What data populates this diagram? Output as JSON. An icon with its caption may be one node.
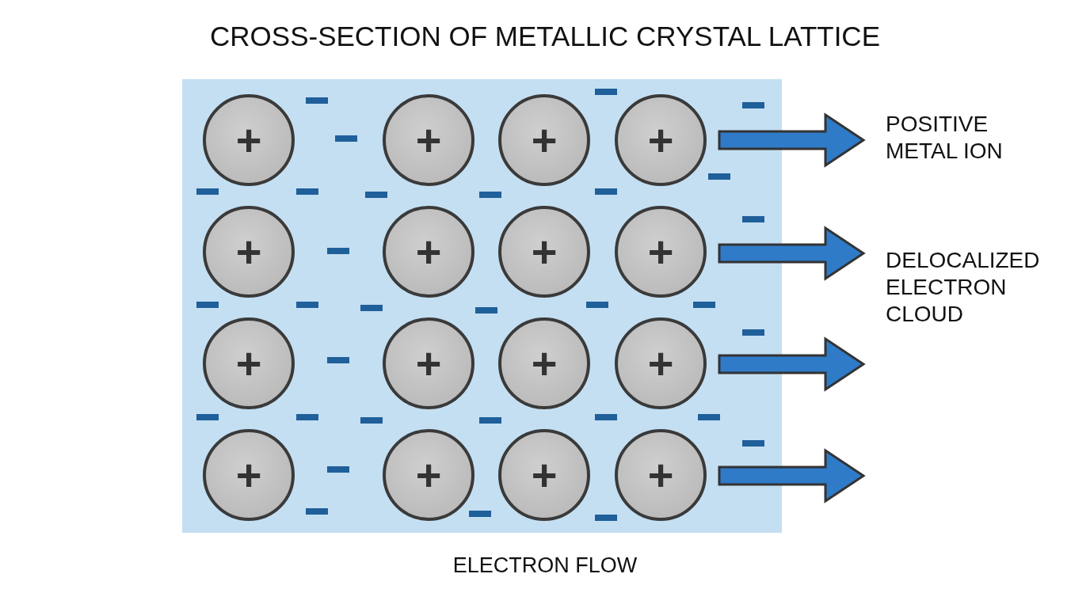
{
  "diagram": {
    "title": "CROSS-SECTION OF METALLIC CRYSTAL LATTICE",
    "nodes": [
      {
        "text": [
          "+"
        ]
      },
      {
        "text": [
          "+"
        ]
      },
      {
        "text": [
          "+"
        ]
      },
      {
        "text": [
          "+"
        ]
      },
      {
        "text": [
          "+"
        ]
      },
      {
        "text": [
          "+"
        ]
      },
      {
        "text": [
          "+"
        ]
      },
      {
        "text": [
          "+"
        ]
      },
      {
        "text": [
          "+"
        ]
      },
      {
        "text": [
          "+"
        ]
      },
      {
        "text": [
          "+"
        ]
      },
      {
        "text": [
          "+"
        ]
      },
      {
        "text": [
          "+"
        ]
      },
      {
        "text": [
          "+"
        ]
      },
      {
        "text": [
          "+"
        ]
      },
      {
        "text": [
          "+"
        ]
      }
    ],
    "labels": [
      "POSITIVE METAL ION",
      "DELOCALIZED ELECTRON CLOUD",
      "ELECTRON FLOW"
    ]
  }
}
